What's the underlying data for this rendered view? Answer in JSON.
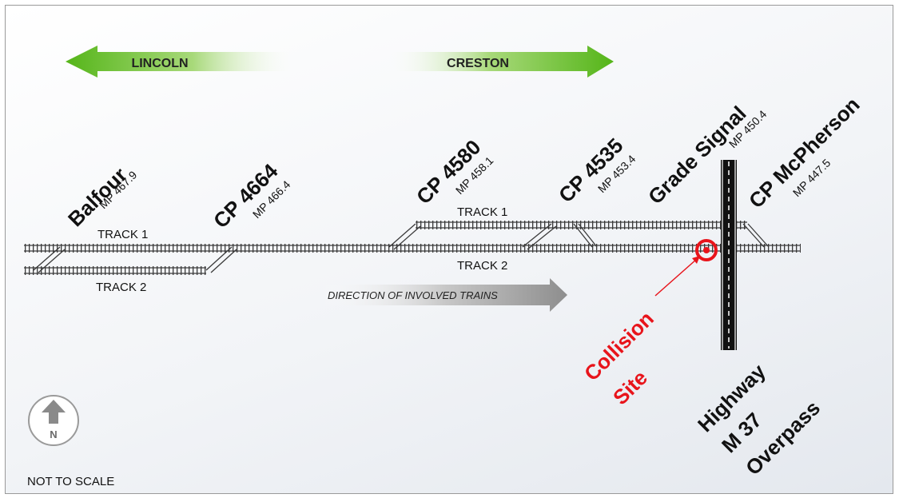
{
  "directions": {
    "west": "LINCOLN",
    "east": "CRESTON",
    "trains": "DIRECTION OF INVOLVED TRAINS"
  },
  "tracks": {
    "track1_west": "TRACK 1",
    "track2_west": "TRACK 2",
    "track1_east": "TRACK 1",
    "track2_east": "TRACK 2"
  },
  "locations": [
    {
      "name": "Balfour",
      "mp": "MP 467.9"
    },
    {
      "name": "CP 4664",
      "mp": "MP 466.4"
    },
    {
      "name": "CP 4580",
      "mp": "MP 458.1"
    },
    {
      "name": "CP 4535",
      "mp": "MP 453.4"
    },
    {
      "name": "Grade Signal",
      "mp": "MP 450.4"
    },
    {
      "name": "CP McPherson",
      "mp": "MP 447.5"
    }
  ],
  "collision": {
    "line1": "Collision",
    "line2": "Site",
    "color": "#e8141b"
  },
  "highway": {
    "line1": "Highway",
    "line2": "M 37",
    "line3": "Overpass"
  },
  "compass": {
    "letter": "N"
  },
  "scale_note": "NOT TO SCALE",
  "colors": {
    "arrow_green": "#6cbf2a",
    "arrow_gray": "#9a9a9a",
    "track": "#3a3a3a"
  }
}
